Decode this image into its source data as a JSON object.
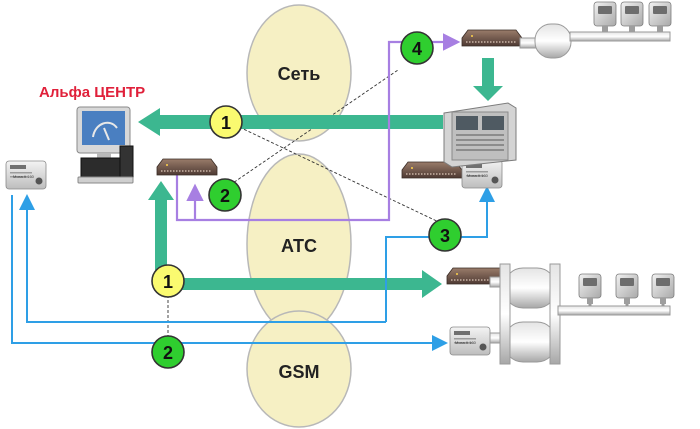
{
  "title": "Альфа ЦЕНТР",
  "networks": {
    "net": "Сеть",
    "ats": "АТС",
    "gsm": "GSM"
  },
  "badges": {
    "b1_top": "1",
    "b2_mid": "2",
    "b3": "3",
    "b4": "4",
    "b1_low": "1",
    "b2_low": "2"
  },
  "devices": {
    "converter_label": "Moxa A 160"
  },
  "colors": {
    "ellipse_fill": "#f6f0c4",
    "ellipse_stroke": "#b8b8b8",
    "teal": "#3cb790",
    "purple": "#a77fe2",
    "blue": "#2e9fe6",
    "green_badge": "#2fce2f",
    "yellow_badge": "#fafa70",
    "title": "#e0203a"
  }
}
